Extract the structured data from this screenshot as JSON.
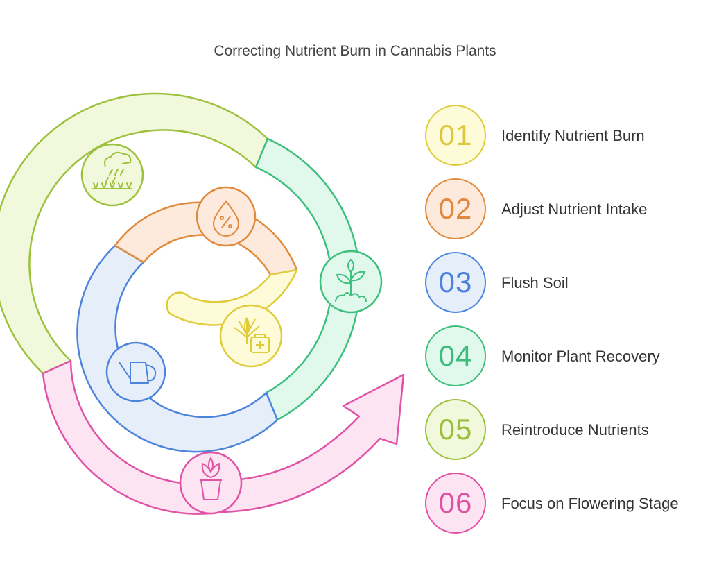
{
  "title": "Correcting Nutrient Burn in Cannabis Plants",
  "steps": [
    {
      "number": "01",
      "label": "Identify Nutrient Burn",
      "stroke": "#e0cb3a",
      "fill": "#fefbd8",
      "text": "#dcc73e"
    },
    {
      "number": "02",
      "label": "Adjust Nutrient Intake",
      "stroke": "#e08a3c",
      "fill": "#fdeadd",
      "text": "#e0893f"
    },
    {
      "number": "03",
      "label": "Flush Soil",
      "stroke": "#4d84db",
      "fill": "#e6eefa",
      "text": "#4c83da"
    },
    {
      "number": "04",
      "label": "Monitor Plant Recovery",
      "stroke": "#3dbf7d",
      "fill": "#e1f8ec",
      "text": "#3cbd7c"
    },
    {
      "number": "05",
      "label": "Reintroduce Nutrients",
      "stroke": "#9cc13d",
      "fill": "#f2f8dc",
      "text": "#9bbf3d"
    },
    {
      "number": "06",
      "label": "Focus on Flowering Stage",
      "stroke": "#e052a6",
      "fill": "#fde4f2",
      "text": "#de52a4"
    }
  ],
  "icons": [
    "rain-grass-icon",
    "water-drop-percent-icon",
    "sprout-icon",
    "cannabis-first-aid-icon",
    "watering-can-icon",
    "potted-flower-icon"
  ]
}
